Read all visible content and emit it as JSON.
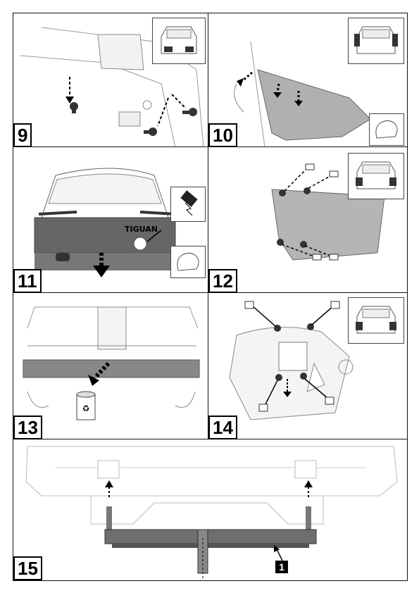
{
  "panels": [
    {
      "step": "9"
    },
    {
      "step": "10"
    },
    {
      "step": "11",
      "badge": "TIGUAN"
    },
    {
      "step": "12"
    },
    {
      "step": "13"
    },
    {
      "step": "14"
    },
    {
      "step": "15",
      "part_label": "1"
    }
  ],
  "icons": {
    "car_rear_inset": "car-rear-icon",
    "gloved_hand": "gloved-hand-icon",
    "disconnect_cable": "unplug-connector-icon",
    "recycle_bin": "recycle-bin-icon",
    "down_arrow": "arrow-down-icon"
  }
}
